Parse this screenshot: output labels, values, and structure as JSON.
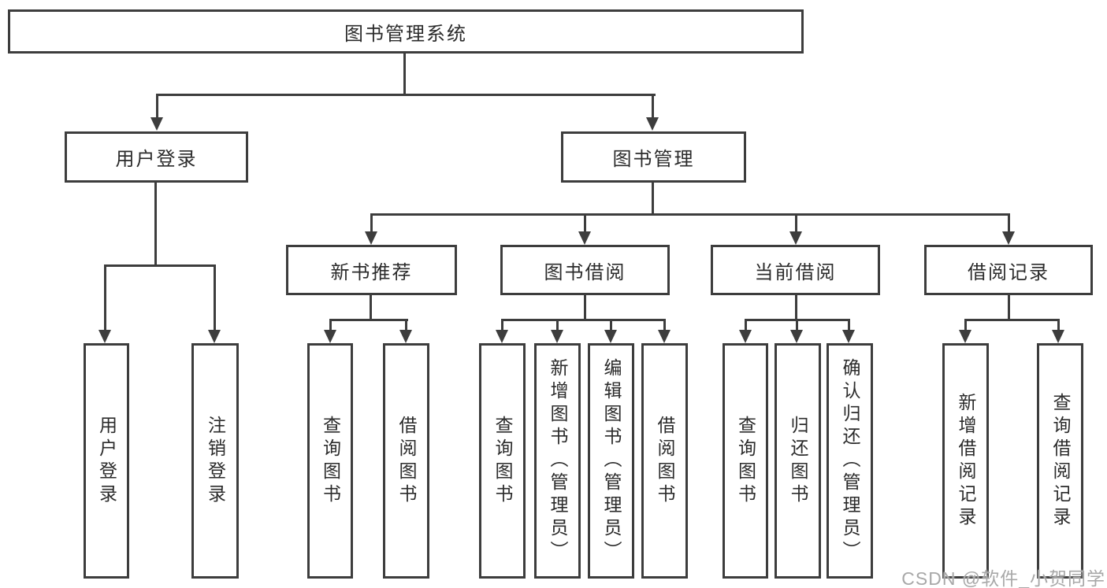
{
  "diagram": {
    "colors": {
      "line": "#3d3d3d",
      "text": "#2b2b2b",
      "watermark": "#a8a8a8",
      "background": "#ffffff"
    },
    "root": {
      "label": "图书管理系统"
    },
    "level2": [
      {
        "label": "用户登录"
      },
      {
        "label": "图书管理"
      }
    ],
    "level3": [
      {
        "label": "新书推荐"
      },
      {
        "label": "图书借阅"
      },
      {
        "label": "当前借阅"
      },
      {
        "label": "借阅记录"
      }
    ],
    "leaves": {
      "user_login": [
        {
          "label": "用户登录"
        },
        {
          "label": "注销登录"
        }
      ],
      "new_book": [
        {
          "label": "查询图书"
        },
        {
          "label": "借阅图书"
        }
      ],
      "book_borrow": [
        {
          "label": "查询图书"
        },
        {
          "label": "新增图书（管理员）"
        },
        {
          "label": "编辑图书（管理员）"
        },
        {
          "label": "借阅图书"
        }
      ],
      "current_borrow": [
        {
          "label": "查询图书"
        },
        {
          "label": "归还图书"
        },
        {
          "label": "确认归还（管理员）"
        }
      ],
      "borrow_record": [
        {
          "label": "新增借阅记录"
        },
        {
          "label": "查询借阅记录"
        }
      ]
    },
    "watermark": {
      "text": "CSDN @软件_小贺同学"
    }
  }
}
